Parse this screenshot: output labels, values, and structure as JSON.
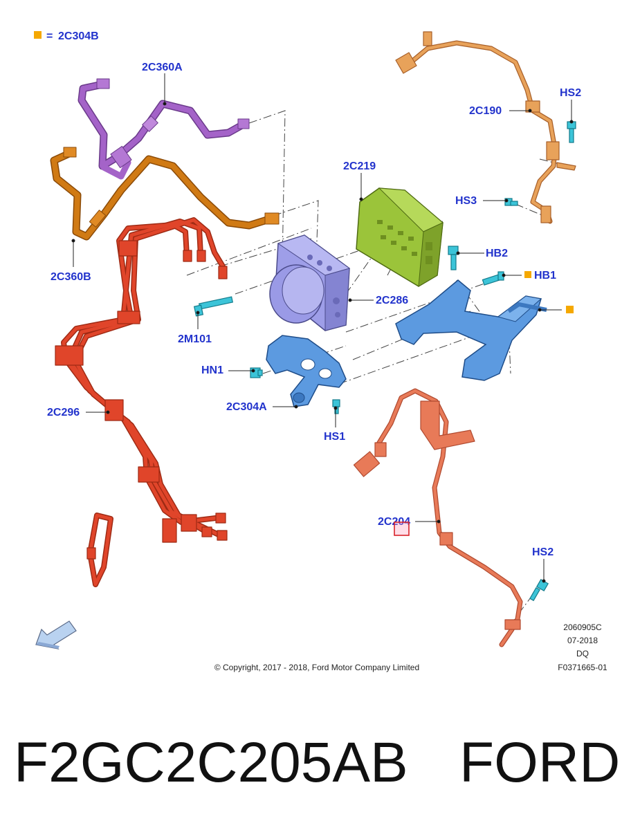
{
  "colors": {
    "label": "#2233cc",
    "legend_marker": "#f5a800",
    "tube_2c360a": "#a463c8",
    "tube_2c360b": "#d07a14",
    "tube_2c296": "#e0452a",
    "sensor_2c190": "#e8a25a",
    "sensor_2c204": "#e87a58",
    "module_2c219": "#9bc43a",
    "pump_2c286": "#9e9ee8",
    "bracket_blue": "#5c9ae0",
    "bolt_cyan": "#3cc4d8",
    "arrow_blue": "#b9d2f0"
  },
  "legend": {
    "equals": "=",
    "code": "2C304B"
  },
  "labels": {
    "l_2c360a": "2C360A",
    "l_2c360b": "2C360B",
    "l_2c296": "2C296",
    "l_2c219": "2C219",
    "l_2c286": "2C286",
    "l_2m101": "2M101",
    "l_hn1": "HN1",
    "l_2c304a": "2C304A",
    "l_hs1": "HS1",
    "l_hb2": "HB2",
    "l_hb1": "HB1",
    "l_2c190": "2C190",
    "l_hs2_top": "HS2",
    "l_hs3": "HS3",
    "l_2c204": "2C204",
    "l_hs2_bottom": "HS2"
  },
  "info": {
    "code": "2060905C",
    "date": "07-2018",
    "initials": "DQ",
    "fig": "F0371665-01",
    "copyright": "© Copyright, 2017 - 2018, Ford Motor Company Limited"
  },
  "caption": {
    "part_number": "F2GC2C205AB",
    "brand": "FORD"
  },
  "icons": [
    "view-direction-arrow-icon",
    "legend-square-icon"
  ]
}
